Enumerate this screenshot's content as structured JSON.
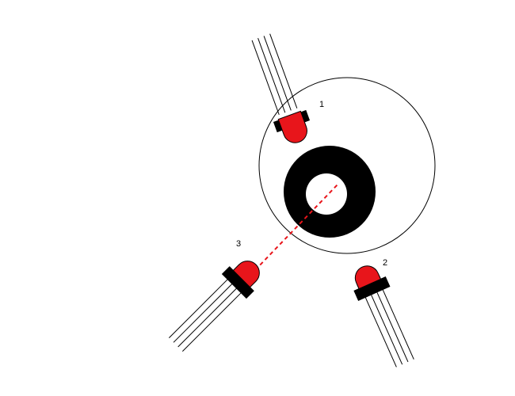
{
  "colors": {
    "background": "#ffffff",
    "outline": "#000000",
    "led_body": "#e8151b",
    "led_base": "#000000",
    "ring": "#000000",
    "beam": "#e8151b"
  },
  "sensors": [
    {
      "label": "1"
    },
    {
      "label": "2"
    },
    {
      "label": "3"
    }
  ]
}
